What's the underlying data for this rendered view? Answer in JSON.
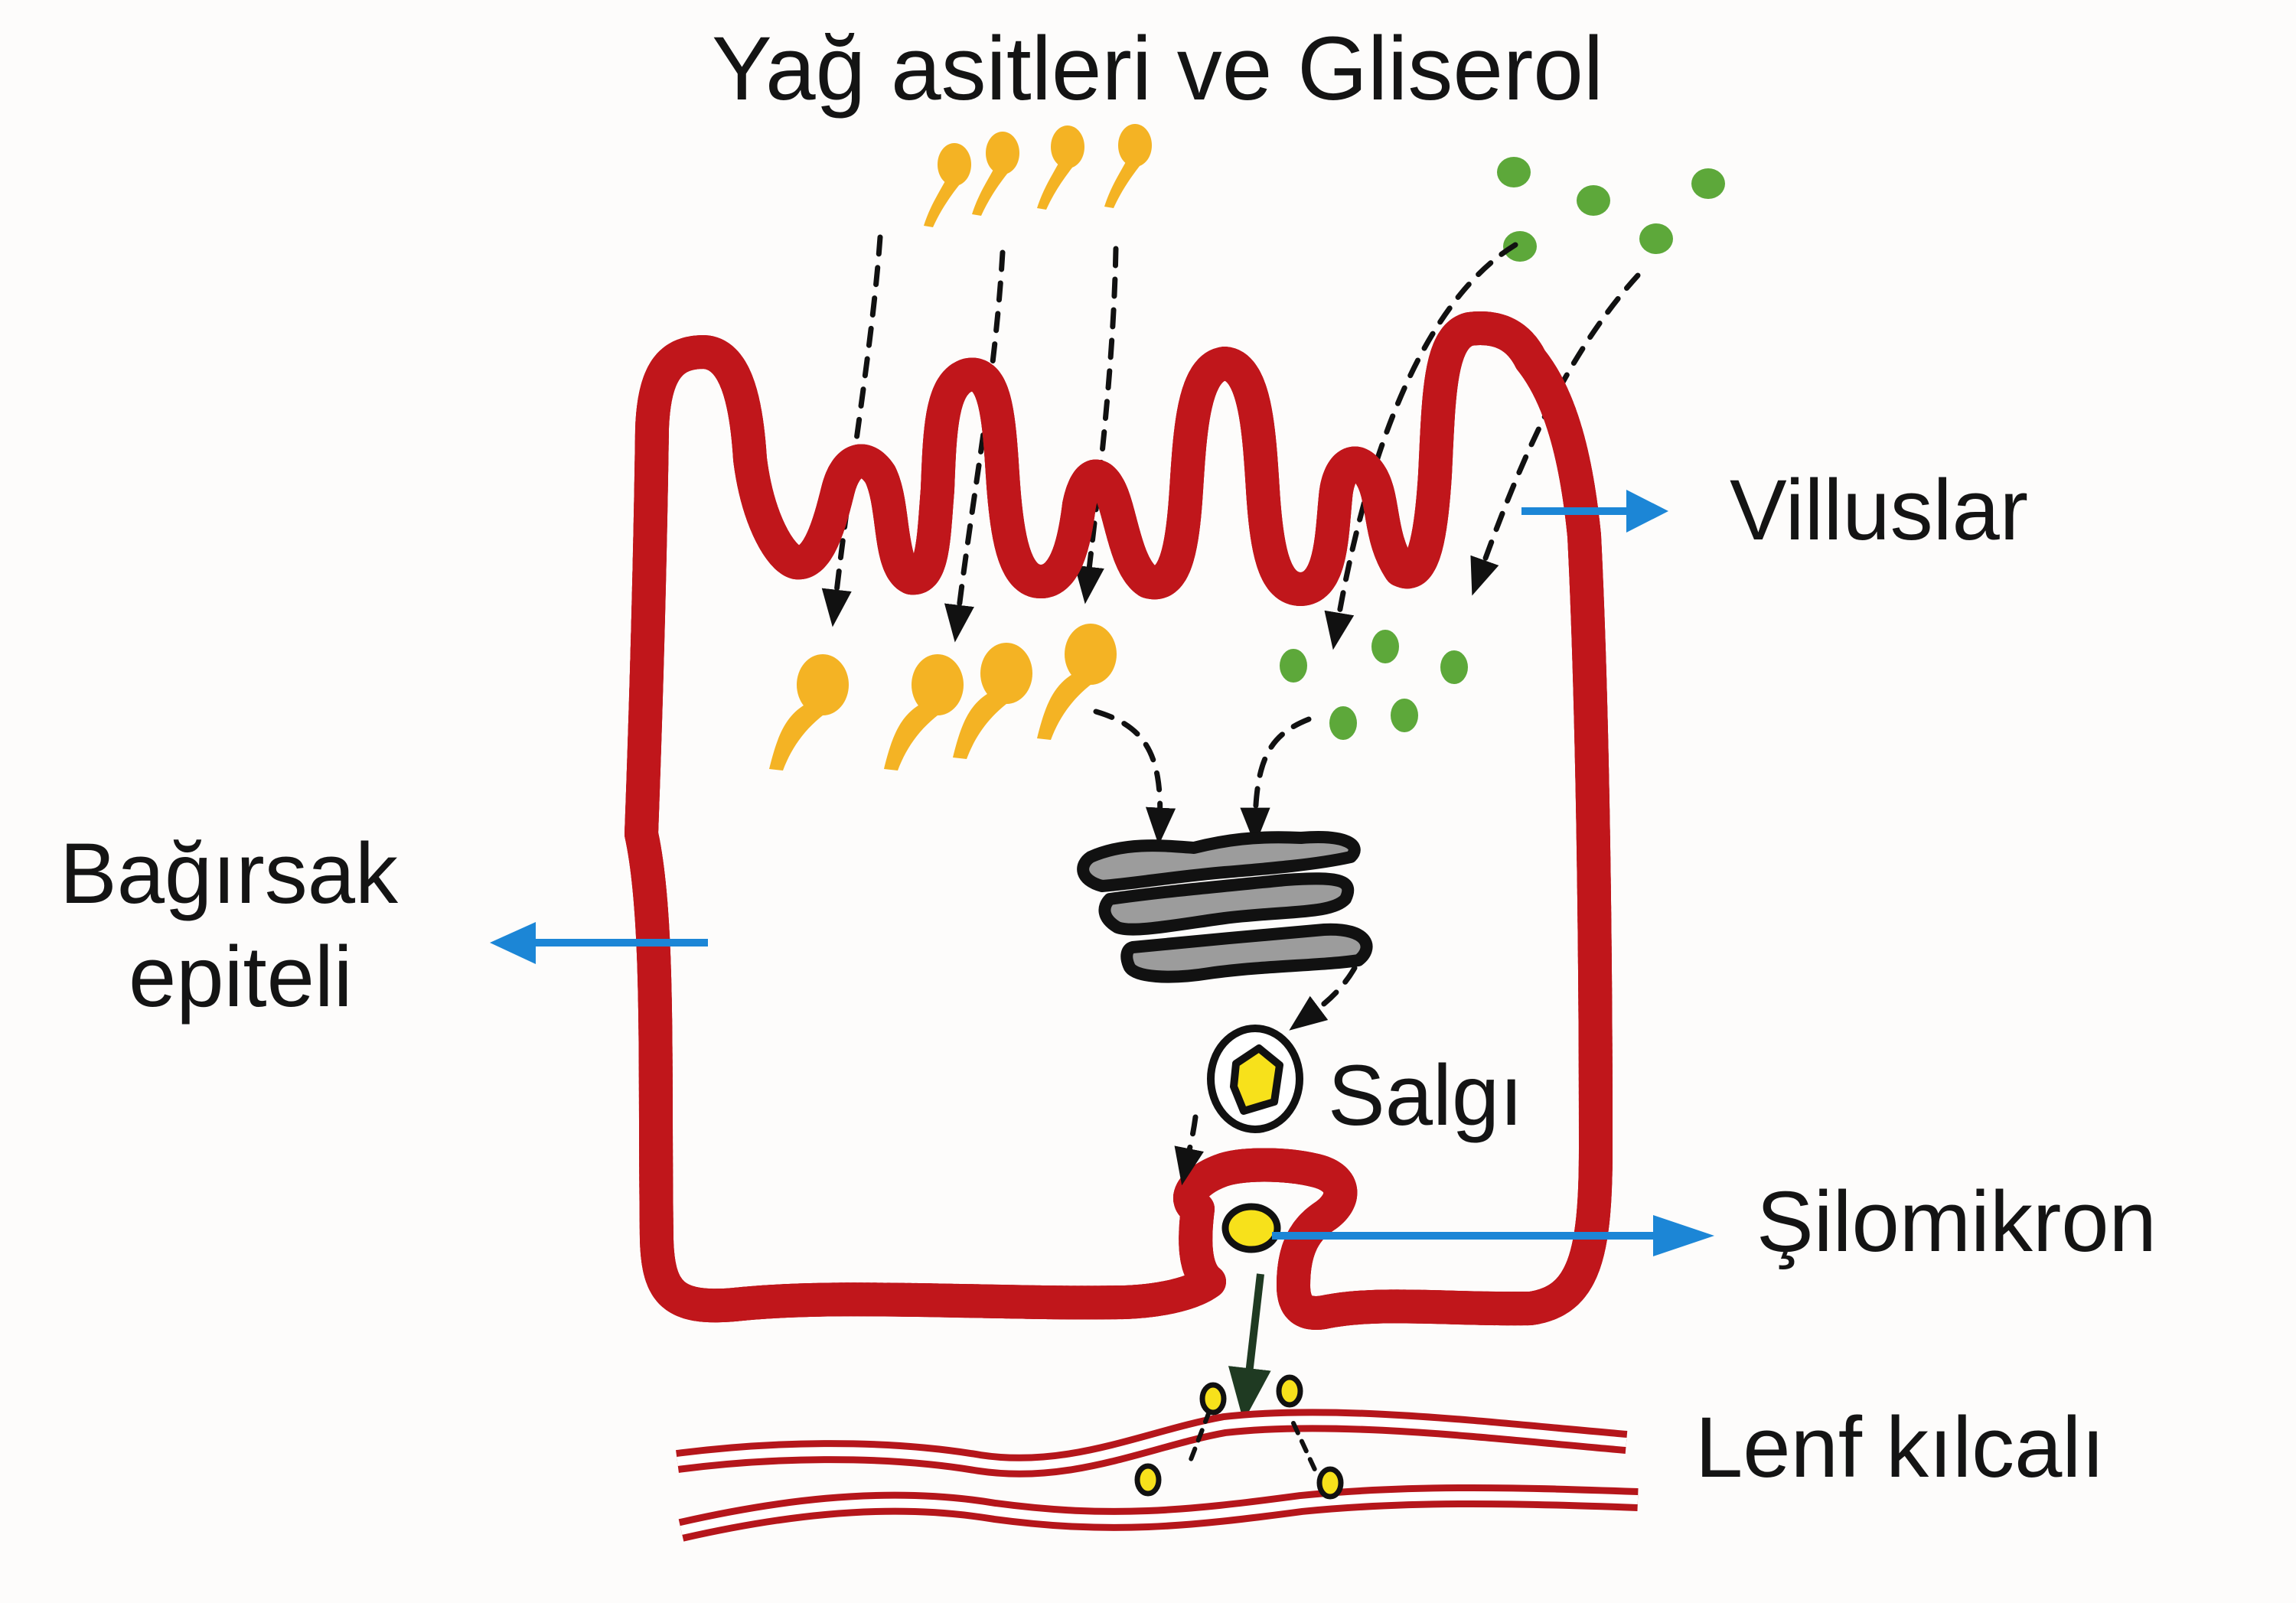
{
  "diagram": {
    "title": "Yağ asitleri ve Gliserol",
    "labels": {
      "villi": "Villuslar",
      "epithelium_line1": "Bağırsak",
      "epithelium_line2": "epiteli",
      "secretion": "Salgı",
      "chylomicron": "Şilomikron",
      "lymph_capillary": "Lenf kılcalı"
    },
    "molecules": {
      "fatty_acids_outside": 4,
      "glycerol_outside": 5,
      "fatty_acids_inside": 4,
      "glycerol_inside": 5,
      "chylomicrons_in_lymph": 4
    },
    "colors": {
      "membrane": "#c0161b",
      "fatty_acid": "#f4b324",
      "glycerol": "#5da83a",
      "pointer_arrow": "#1c86d6",
      "chylomicron": "#f7e11b",
      "golgi": "#9c9c9c"
    },
    "icons": {
      "fatty_acid": "fatty-acid-icon",
      "glycerol": "glycerol-icon",
      "golgi": "golgi-apparatus-icon",
      "vesicle": "secretory-vesicle-icon"
    }
  }
}
